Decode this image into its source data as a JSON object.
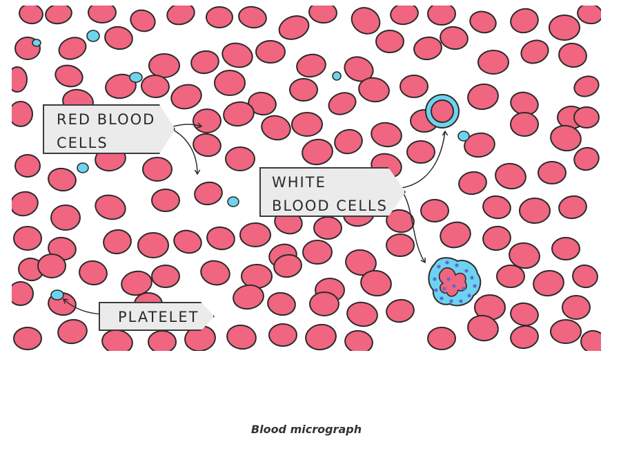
{
  "labels": {
    "red_blood_cells": [
      "RED BLOOD",
      "CELLS"
    ],
    "white_blood_cells": [
      "WHITE",
      "BLOOD CELLS"
    ],
    "platelet": [
      "PLATELET"
    ]
  },
  "caption": "Blood micrograph",
  "colors": {
    "red_cell_fill": "#f06580",
    "cell_outline": "#2b2b2b",
    "platelet_fill": "#6ed3ee",
    "white_cell_ring": "#6ed3ee",
    "white_cell_nucleus": "#f06580",
    "granule": "#5a6ad8",
    "label_fill": "#ebebeb"
  }
}
